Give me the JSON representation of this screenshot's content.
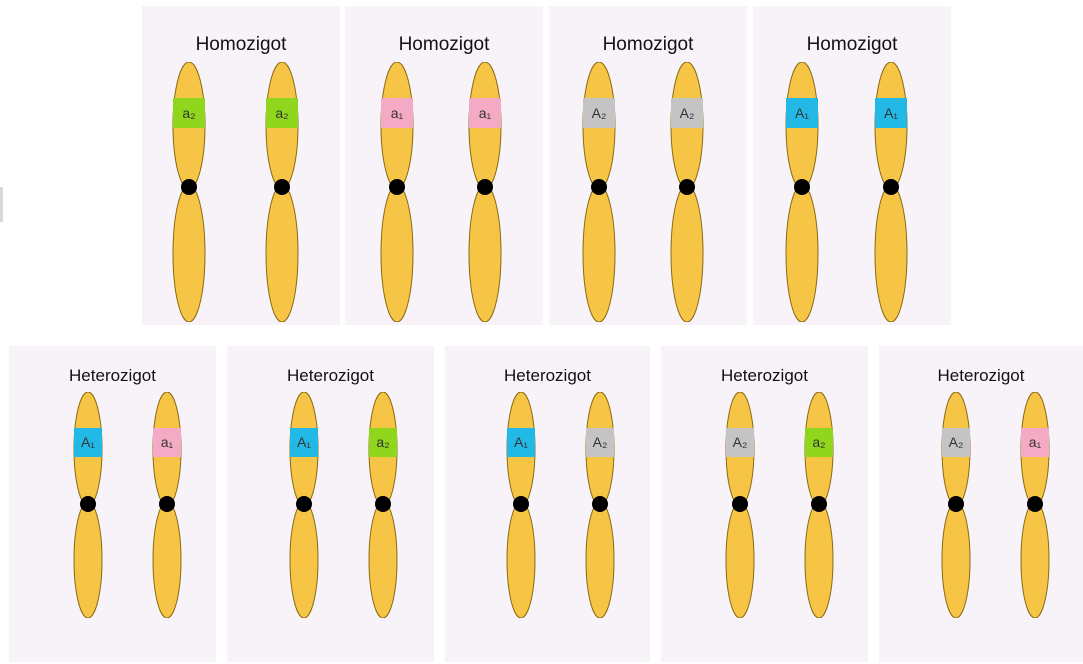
{
  "colors": {
    "panel_bg": "#f7f3f8",
    "chromosome_fill": "#f6c545",
    "chromosome_stroke": "#8a6a14",
    "centromere": "#000000",
    "allele_A1": "#22b9e6",
    "allele_a1": "#f4a9c4",
    "allele_A2": "#c4c4c4",
    "allele_a2": "#8fd61c"
  },
  "top_row": [
    {
      "title": "Homozigot",
      "alleles": [
        {
          "label": "a₂",
          "key": "a2"
        },
        {
          "label": "a₂",
          "key": "a2"
        }
      ]
    },
    {
      "title": "Homozigot",
      "alleles": [
        {
          "label": "a₁",
          "key": "a1"
        },
        {
          "label": "a₁",
          "key": "a1"
        }
      ]
    },
    {
      "title": "Homozigot",
      "alleles": [
        {
          "label": "A₂",
          "key": "A2"
        },
        {
          "label": "A₂",
          "key": "A2"
        }
      ]
    },
    {
      "title": "Homozigot",
      "alleles": [
        {
          "label": "A₁",
          "key": "A1"
        },
        {
          "label": "A₁",
          "key": "A1"
        }
      ]
    }
  ],
  "bottom_row": [
    {
      "title": "Heterozigot",
      "alleles": [
        {
          "label": "A₁",
          "key": "A1"
        },
        {
          "label": "a₁",
          "key": "a1"
        }
      ]
    },
    {
      "title": "Heterozigot",
      "alleles": [
        {
          "label": "A₁",
          "key": "A1"
        },
        {
          "label": "a₂",
          "key": "a2"
        }
      ]
    },
    {
      "title": "Heterozigot",
      "alleles": [
        {
          "label": "A₁",
          "key": "A1"
        },
        {
          "label": "A₂",
          "key": "A2"
        }
      ]
    },
    {
      "title": "Heterozigot",
      "alleles": [
        {
          "label": "A₂",
          "key": "A2"
        },
        {
          "label": "a₂",
          "key": "a2"
        }
      ]
    },
    {
      "title": "Heterozigot",
      "alleles": [
        {
          "label": "A₂",
          "key": "A2"
        },
        {
          "label": "a₁",
          "key": "a1"
        }
      ]
    }
  ]
}
